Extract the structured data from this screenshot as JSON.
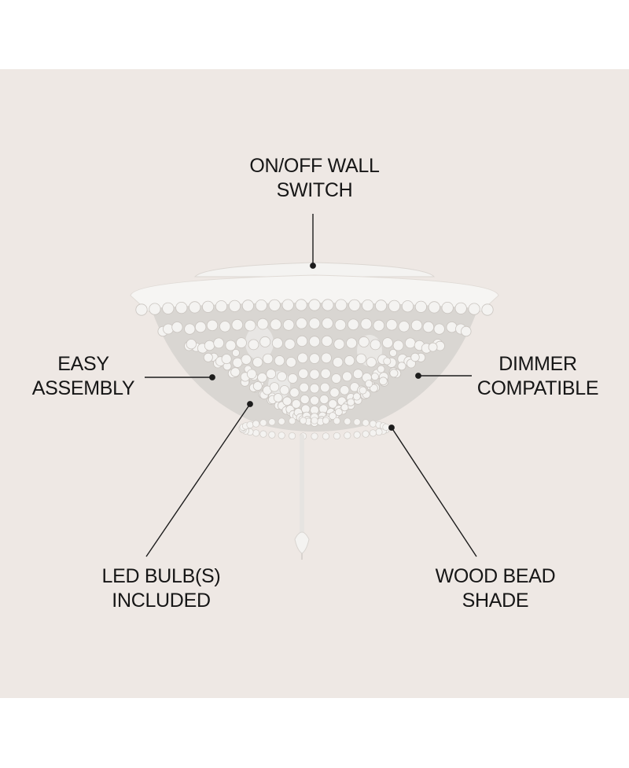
{
  "background_color": "#eee8e4",
  "fixture_color": "#f4f3f1",
  "text_color": "#161616",
  "callouts": {
    "wall_switch": {
      "line1": "ON/OFF WALL",
      "line2": "SWITCH"
    },
    "easy_assembly": {
      "line1": "EASY",
      "line2": "ASSEMBLY"
    },
    "dimmer": {
      "line1": "DIMMER",
      "line2": "COMPATIBLE"
    },
    "led_bulbs": {
      "line1": "LED BULB(S)",
      "line2": "INCLUDED"
    },
    "wood_bead": {
      "line1": "WOOD BEAD",
      "line2": "SHADE"
    }
  }
}
